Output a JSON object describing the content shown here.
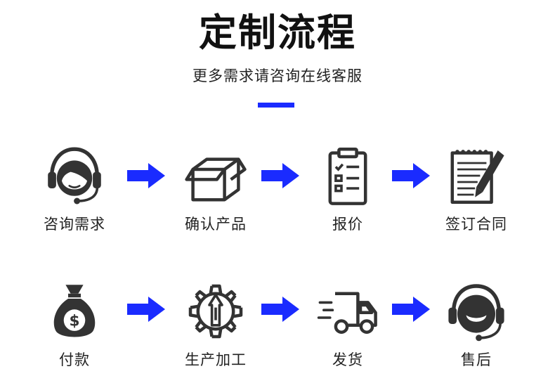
{
  "header": {
    "title": "定制流程",
    "subtitle": "更多需求请咨询在线客服"
  },
  "accent_color": "#1a2bff",
  "icon_color": "#333333",
  "steps": [
    {
      "label": "咨询需求",
      "icon": "customer-service-headset-icon"
    },
    {
      "label": "确认产品",
      "icon": "open-box-icon"
    },
    {
      "label": "报价",
      "icon": "clipboard-checklist-icon"
    },
    {
      "label": "签订合同",
      "icon": "notepad-pen-icon"
    },
    {
      "label": "付款",
      "icon": "money-bag-icon"
    },
    {
      "label": "生产加工",
      "icon": "gear-tool-icon"
    },
    {
      "label": "发货",
      "icon": "delivery-truck-icon"
    },
    {
      "label": "售后",
      "icon": "after-sales-headset-icon"
    }
  ]
}
